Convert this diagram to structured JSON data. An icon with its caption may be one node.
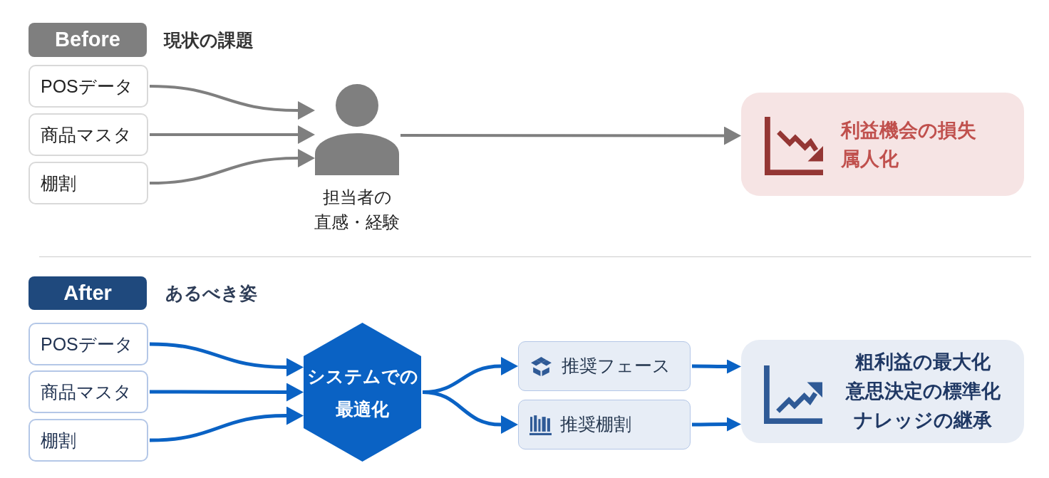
{
  "diagram": {
    "nodes": [
      {
        "text": [
          "Before"
        ],
        "beside": [
          "現状の課題"
        ]
      },
      {
        "text": [
          "POSデータ"
        ]
      },
      {
        "text": [
          "商品マスタ"
        ]
      },
      {
        "text": [
          "棚割"
        ]
      },
      {
        "text": [],
        "shape": "person",
        "beside": [
          "担当者の",
          "直感・経験"
        ]
      },
      {
        "text": [
          "利益機会の損失",
          "属人化"
        ]
      },
      {
        "text": [
          "After"
        ],
        "beside": [
          "あるべき姿"
        ]
      },
      {
        "text": [
          "POSデータ"
        ]
      },
      {
        "text": [
          "商品マスタ"
        ]
      },
      {
        "text": [
          "棚割"
        ]
      },
      {
        "text": [
          "システムでの最適化"
        ]
      },
      {
        "text": [
          "推奨フェース"
        ]
      },
      {
        "text": [
          "推奨棚割"
        ]
      },
      {
        "text": [
          "粗利益の最大化",
          "意思決定の標準化",
          "ナレッジの継承"
        ]
      }
    ],
    "edges": [
      {
        "from": 1,
        "to": 4,
        "arrow": "to",
        "color": "#7f7f7f"
      },
      {
        "from": 2,
        "to": 4,
        "arrow": "to",
        "color": "#7f7f7f"
      },
      {
        "from": 3,
        "to": 4,
        "arrow": "to",
        "color": "#7f7f7f"
      },
      {
        "from": 4,
        "to": 5,
        "arrow": "to",
        "color": "#7f7f7f"
      },
      {
        "from": 7,
        "to": 10,
        "arrow": "to"
      },
      {
        "from": 8,
        "to": 10,
        "arrow": "to"
      },
      {
        "from": 9,
        "to": 10,
        "arrow": "to"
      },
      {
        "from": 10,
        "to": 11,
        "arrow": "to"
      },
      {
        "from": 10,
        "to": 12,
        "arrow": "to"
      },
      {
        "from": 11,
        "to": 13,
        "arrow": "to"
      },
      {
        "from": 12,
        "to": 13,
        "arrow": "to"
      }
    ]
  }
}
